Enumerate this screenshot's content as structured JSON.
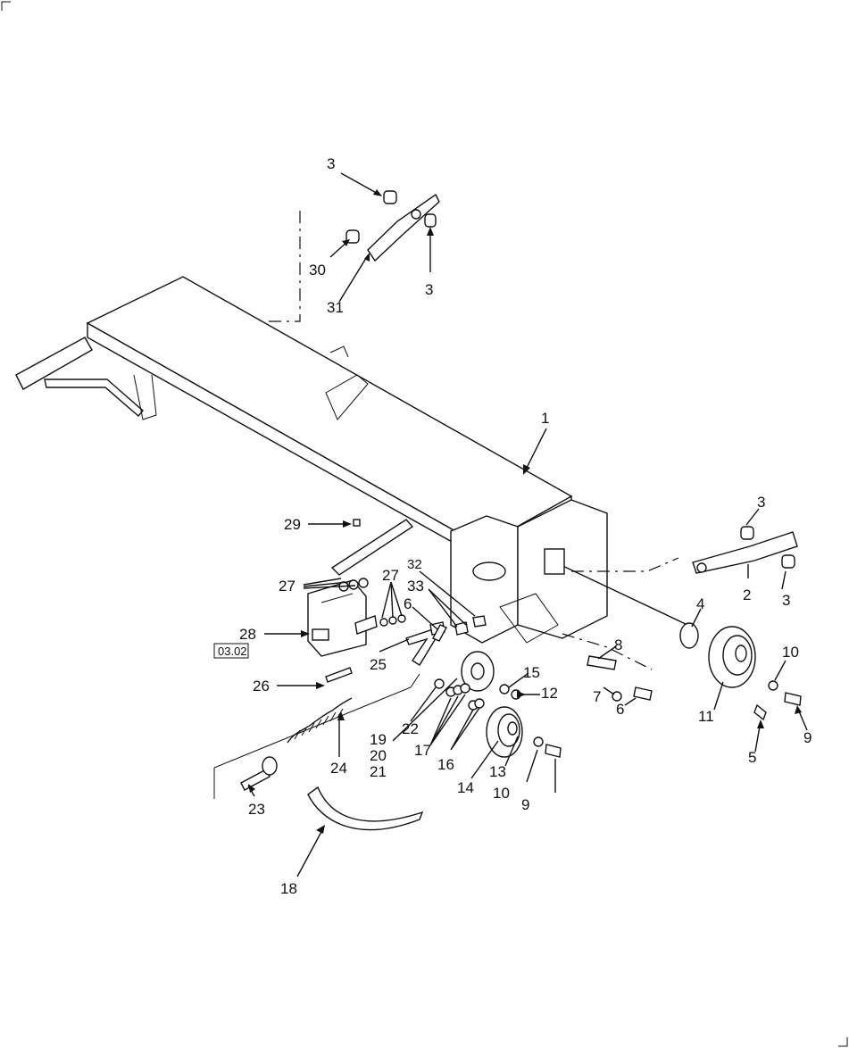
{
  "diagram": {
    "reference_box": "03.02",
    "callouts": [
      {
        "id": "c3a",
        "text": "3"
      },
      {
        "id": "c30",
        "text": "30"
      },
      {
        "id": "c31",
        "text": "31"
      },
      {
        "id": "c3b",
        "text": "3"
      },
      {
        "id": "c1",
        "text": "1"
      },
      {
        "id": "c3c",
        "text": "3"
      },
      {
        "id": "c2",
        "text": "2"
      },
      {
        "id": "c3d",
        "text": "3"
      },
      {
        "id": "c29",
        "text": "29"
      },
      {
        "id": "c27a",
        "text": "27"
      },
      {
        "id": "c27b",
        "text": "27"
      },
      {
        "id": "c32",
        "text": "32"
      },
      {
        "id": "c33",
        "text": "33"
      },
      {
        "id": "c6a",
        "text": "6"
      },
      {
        "id": "c28",
        "text": "28"
      },
      {
        "id": "c25",
        "text": "25"
      },
      {
        "id": "c4",
        "text": "4"
      },
      {
        "id": "c8",
        "text": "8"
      },
      {
        "id": "c10a",
        "text": "10"
      },
      {
        "id": "c15",
        "text": "15"
      },
      {
        "id": "c12",
        "text": "12"
      },
      {
        "id": "c7",
        "text": "7"
      },
      {
        "id": "c6b",
        "text": "6"
      },
      {
        "id": "c11",
        "text": "11"
      },
      {
        "id": "c9a",
        "text": "9"
      },
      {
        "id": "c26",
        "text": "26"
      },
      {
        "id": "c22",
        "text": "22"
      },
      {
        "id": "c19",
        "text": "19"
      },
      {
        "id": "c20",
        "text": "20"
      },
      {
        "id": "c21",
        "text": "21"
      },
      {
        "id": "c17",
        "text": "17"
      },
      {
        "id": "c16",
        "text": "16"
      },
      {
        "id": "c13",
        "text": "13"
      },
      {
        "id": "c5",
        "text": "5"
      },
      {
        "id": "c24",
        "text": "24"
      },
      {
        "id": "c14",
        "text": "14"
      },
      {
        "id": "c10b",
        "text": "10"
      },
      {
        "id": "c9b",
        "text": "9"
      },
      {
        "id": "c23",
        "text": "23"
      },
      {
        "id": "c18",
        "text": "18"
      }
    ]
  }
}
